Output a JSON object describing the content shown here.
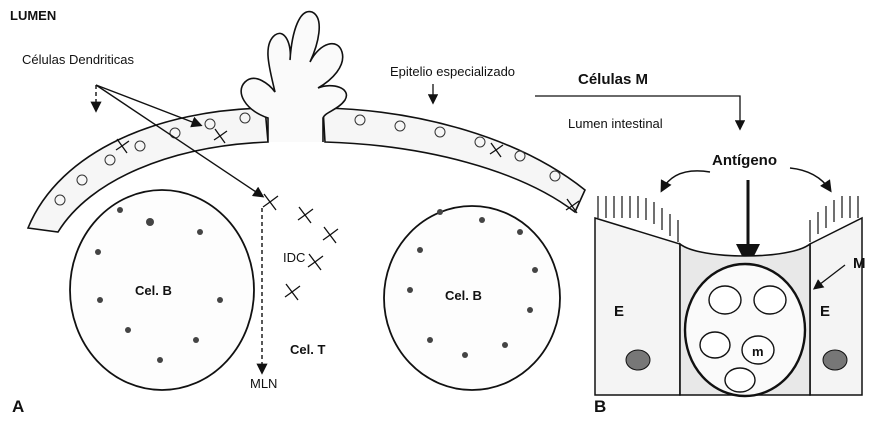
{
  "panel_a": {
    "title": "LUMEN",
    "dendritic_label": "Células Dendriticas",
    "epithelium_label": "Epitelio especializado",
    "b_cell_left": "Cel. B",
    "b_cell_right": "Cel. B",
    "t_cell": "Cel. T",
    "idc": "IDC",
    "mln": "MLN",
    "panel_letter": "A"
  },
  "panel_b": {
    "m_cells_label": "Células M",
    "lumen_label": "Lumen intestinal",
    "antigen_label": "Antígeno",
    "m_label": "M",
    "e_left": "E",
    "e_right": "E",
    "m_inner": "m",
    "panel_letter": "B"
  }
}
